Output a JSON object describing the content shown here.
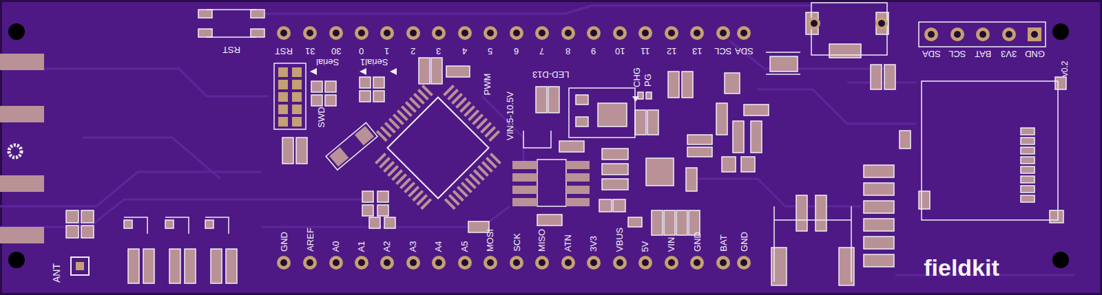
{
  "diagram": {
    "labels": [
      "RST",
      "RST",
      "31",
      "30",
      "0",
      "1",
      "2",
      "3",
      "4",
      "5",
      "6",
      "7",
      "8",
      "9",
      "10",
      "11",
      "12",
      "13",
      "SCL",
      "SDA",
      "Serial",
      "Serial1",
      "SWD",
      "PWM",
      "VIN:5-10.5V",
      "LED-D13",
      "CHG",
      "PG",
      "GND",
      "3V3",
      "BAT",
      "SCL",
      "SDA",
      "v0.2",
      "GND",
      "AREF",
      "A0",
      "A1",
      "A2",
      "A3",
      "A4",
      "A5",
      "MOSI",
      "SCK",
      "MISO",
      "ATN",
      "3V3",
      "VBUS",
      "5V",
      "VIN",
      "GND",
      "BAT",
      "GND",
      "ANT",
      "fieldkit"
    ]
  }
}
